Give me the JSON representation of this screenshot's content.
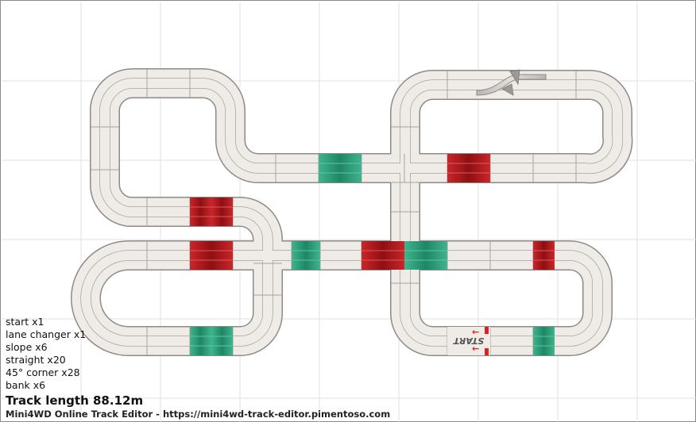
{
  "legend": {
    "counts": [
      "start x1",
      "lane changer x1",
      "slope x6",
      "straight x20",
      "45° corner x28",
      "bank x6"
    ],
    "track_length": "Track length 88.12m",
    "credit": "Mini4WD Online Track Editor - https://mini4wd-track-editor.pimentoso.com"
  },
  "start_label": "START",
  "colors": {
    "track_fill": "#efebe7",
    "track_edge": "#8f8a85",
    "lane_line": "#a8a29c",
    "slope_red": "#b0181c",
    "bank_green": "#2e9d7a",
    "grid": "#e2e2e2",
    "lane_changer": "#cfcdca"
  }
}
